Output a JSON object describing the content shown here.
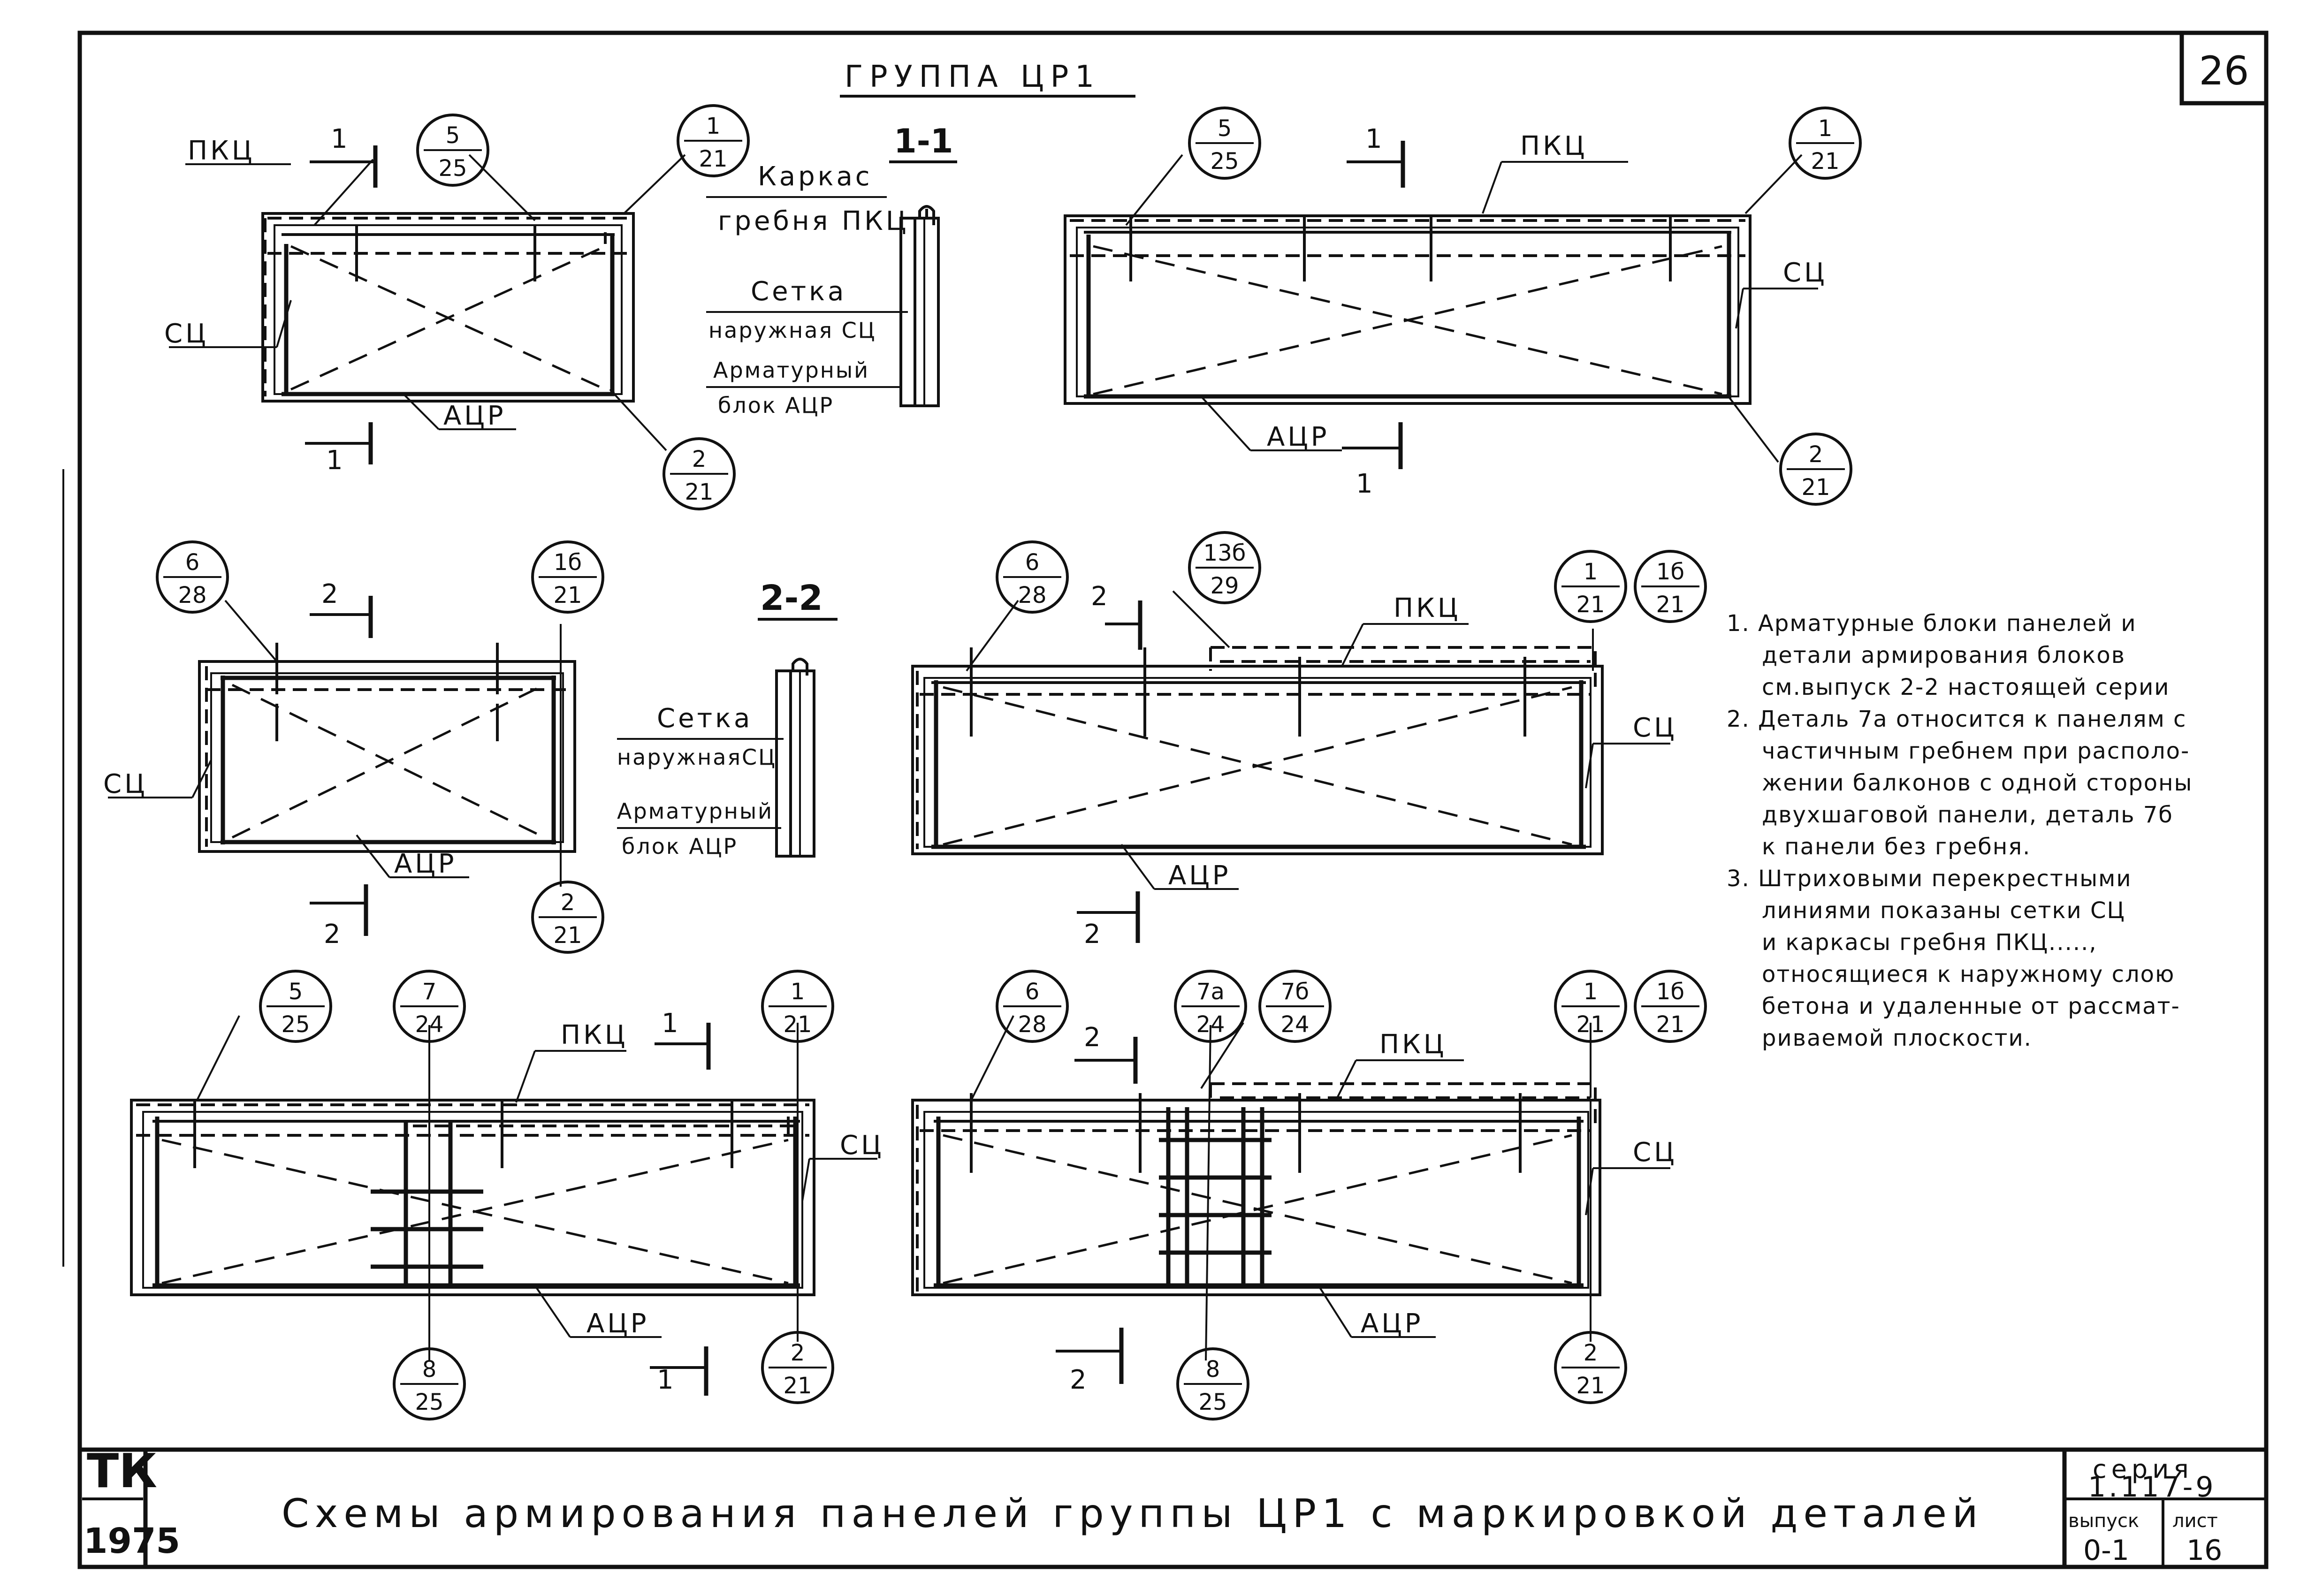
{
  "sheet_number": "26",
  "group_title": "ГРУППА ЦР1",
  "cut_labels": {
    "c1": "1",
    "c2": "2",
    "s11": "1-1",
    "s22": "2-2"
  },
  "labels": {
    "pkc": "ПКЦ",
    "sc": "СЦ",
    "acr": "АЦР"
  },
  "section_1_1": {
    "karkas_line1": "Каркас",
    "karkas_line2": "гребня ПКЦ",
    "setka_line1": "Сетка",
    "setka_line2": "наружная СЦ",
    "blok_line1": "Арматурный",
    "blok_line2": "блок АЦР"
  },
  "section_2_2": {
    "setka_line1": "Сетка",
    "setka_line2": "наружнаяСЦ",
    "blok_line1": "Арматурный",
    "blok_line2": "блок АЦР"
  },
  "callouts": {
    "a_5_25": {
      "top": "5",
      "bottom": "25"
    },
    "a_1_21": {
      "top": "1",
      "bottom": "21"
    },
    "a_2_21": {
      "top": "2",
      "bottom": "21"
    },
    "b_5_25": {
      "top": "5",
      "bottom": "25"
    },
    "b_1_21": {
      "top": "1",
      "bottom": "21"
    },
    "b_2_21": {
      "top": "2",
      "bottom": "21"
    },
    "c_6_28": {
      "top": "6",
      "bottom": "28"
    },
    "c_1b_21": {
      "top": "1б",
      "bottom": "21"
    },
    "c_2_21": {
      "top": "2",
      "bottom": "21"
    },
    "d_6_28": {
      "top": "6",
      "bottom": "28"
    },
    "d_13b_29": {
      "top": "13б",
      "bottom": "29"
    },
    "d_1_21": {
      "top": "1",
      "bottom": "21"
    },
    "d_1b_21": {
      "top": "1б",
      "bottom": "21"
    },
    "e_5_25": {
      "top": "5",
      "bottom": "25"
    },
    "e_7_24": {
      "top": "7",
      "bottom": "24"
    },
    "e_1_21": {
      "top": "1",
      "bottom": "21"
    },
    "e_8_25": {
      "top": "8",
      "bottom": "25"
    },
    "e_2_21": {
      "top": "2",
      "bottom": "21"
    },
    "f_6_28": {
      "top": "6",
      "bottom": "28"
    },
    "f_7a_24": {
      "top": "7а",
      "bottom": "24"
    },
    "f_7b_24": {
      "top": "7б",
      "bottom": "24"
    },
    "f_1_21": {
      "top": "1",
      "bottom": "21"
    },
    "f_1b_21": {
      "top": "1б",
      "bottom": "21"
    },
    "f_8_25": {
      "top": "8",
      "bottom": "25"
    },
    "f_2_21": {
      "top": "2",
      "bottom": "21"
    }
  },
  "notes": [
    "1. Арматурные блоки панелей и",
    "детали армирования блоков",
    "см.выпуск 2-2 настоящей серии",
    "2. Деталь 7а относится к панелям с",
    "частичным гребнем при располо-",
    "жении балконов с одной стороны",
    "двухшаговой панели, деталь 7б",
    "к панели без гребня.",
    "3. Штриховыми перекрестными",
    "линиями показаны сетки СЦ",
    "и каркасы гребня ПКЦ.....,",
    "относящиеся к наружному слою",
    "бетона и удаленные от рассмат-",
    "риваемой плоскости."
  ],
  "title_block": {
    "org": "ТК",
    "year": "1975",
    "caption": "Схемы армирования панелей группы ЦР1 с маркировкой деталей",
    "series_label": "серия",
    "series_value": "1.117-9",
    "issue_label": "выпуск",
    "issue_value": "0-1",
    "sheet_label": "лист",
    "sheet_value": "16"
  }
}
